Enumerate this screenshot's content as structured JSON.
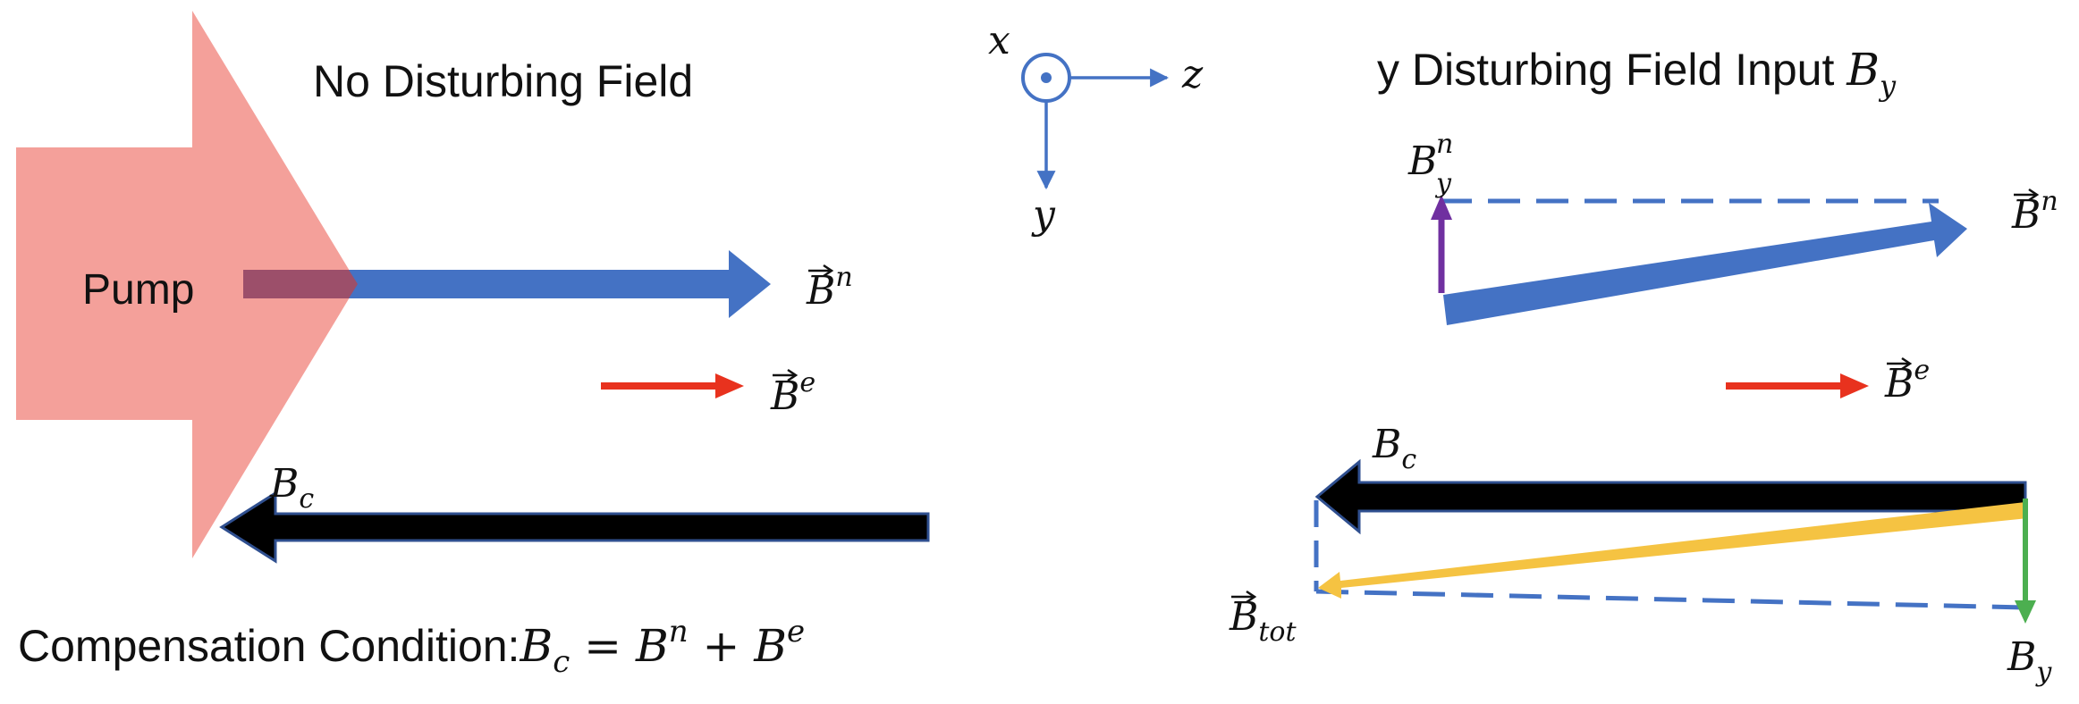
{
  "left_panel": {
    "title": "No Disturbing Field",
    "pump_label": "Pump",
    "bn_label": {
      "main": "B",
      "sup": "n"
    },
    "be_label": {
      "main": "B",
      "sup": "e"
    },
    "bc_label": {
      "main": "B",
      "sub": "c"
    },
    "condition": {
      "prefix": "Compensation Condition:",
      "lhs": {
        "main": "B",
        "sub": "c"
      },
      "eq": " = ",
      "term1": {
        "main": "B",
        "sup": "n"
      },
      "plus": " + ",
      "term2": {
        "main": "B",
        "sup": "e"
      }
    }
  },
  "axes": {
    "x": "x",
    "y": "y",
    "z": "z"
  },
  "right_panel": {
    "title_text": "y Disturbing Field Input ",
    "title_symbol": {
      "main": "B",
      "sub": "y"
    },
    "bny_label": {
      "main": "B",
      "sub": "y",
      "sup": "n"
    },
    "bn_label": {
      "main": "B",
      "sup": "n"
    },
    "be_label": {
      "main": "B",
      "sup": "e"
    },
    "bc_label": {
      "main": "B",
      "sub": "c"
    },
    "btot_label": {
      "main": "B",
      "sub": "tot"
    },
    "by_label": {
      "main": "B",
      "sub": "y"
    }
  },
  "colors": {
    "pump": "#f4a09a",
    "bn_arrow": "#4472c4",
    "be_arrow": "#e8321e",
    "bc_arrow": "#000000",
    "btot_arrow": "#f5c342",
    "by_arrow": "#4caf50",
    "bny_arrow": "#7030a0",
    "dashed": "#4472c4",
    "axis": "#4472c4"
  }
}
